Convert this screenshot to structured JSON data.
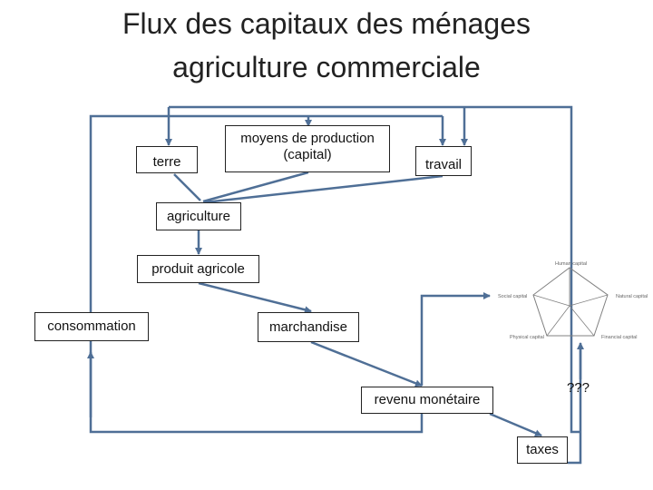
{
  "title": {
    "line1": "Flux des capitaux des ménages",
    "line2": "agriculture commerciale"
  },
  "nodes": {
    "terre": "terre",
    "moyens_line1": "moyens de production",
    "moyens_line2": "(capital)",
    "travail": "travail",
    "agriculture": "agriculture",
    "produit_agricole": "produit agricole",
    "consommation": "consommation",
    "marchandise": "marchandise",
    "revenu_monetaire": "revenu monétaire",
    "taxes": "taxes",
    "unknown": "???"
  },
  "pentagon": {
    "top": "Human capital",
    "right": "Natural capital",
    "bottom_right": "Financial capital",
    "bottom_left": "Physical capital",
    "left": "Social capital"
  },
  "colors": {
    "arrow": "#4f6f96",
    "box_border": "#222222",
    "pentagon": "#808080"
  }
}
